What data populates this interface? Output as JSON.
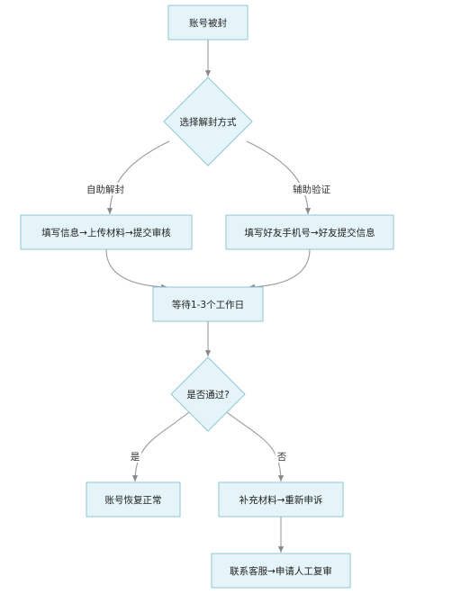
{
  "diagram": {
    "nodes": [
      {
        "id": "locked",
        "label": "账号被封",
        "shape": "rect"
      },
      {
        "id": "choose",
        "label": "选择解封方式",
        "shape": "diamond"
      },
      {
        "id": "self_form",
        "label": "填写信息→上传材料→提交审核",
        "shape": "rect"
      },
      {
        "id": "friend_form",
        "label": "填写好友手机号→好友提交信息",
        "shape": "rect"
      },
      {
        "id": "wait",
        "label": "等待1-3个工作日",
        "shape": "rect"
      },
      {
        "id": "passed",
        "label": "是否通过?",
        "shape": "diamond"
      },
      {
        "id": "restored",
        "label": "账号恢复正常",
        "shape": "rect"
      },
      {
        "id": "reappeal",
        "label": "补充材料→重新申诉",
        "shape": "rect"
      },
      {
        "id": "contact",
        "label": "联系客服→申请人工复审",
        "shape": "rect"
      }
    ],
    "edges": [
      {
        "from": "locked",
        "to": "choose",
        "label": ""
      },
      {
        "from": "choose",
        "to": "self_form",
        "label": "自助解封"
      },
      {
        "from": "choose",
        "to": "friend_form",
        "label": "辅助验证"
      },
      {
        "from": "self_form",
        "to": "wait",
        "label": ""
      },
      {
        "from": "friend_form",
        "to": "wait",
        "label": ""
      },
      {
        "from": "wait",
        "to": "passed",
        "label": ""
      },
      {
        "from": "passed",
        "to": "restored",
        "label": "是"
      },
      {
        "from": "passed",
        "to": "reappeal",
        "label": "否"
      },
      {
        "from": "reappeal",
        "to": "contact",
        "label": ""
      }
    ]
  }
}
